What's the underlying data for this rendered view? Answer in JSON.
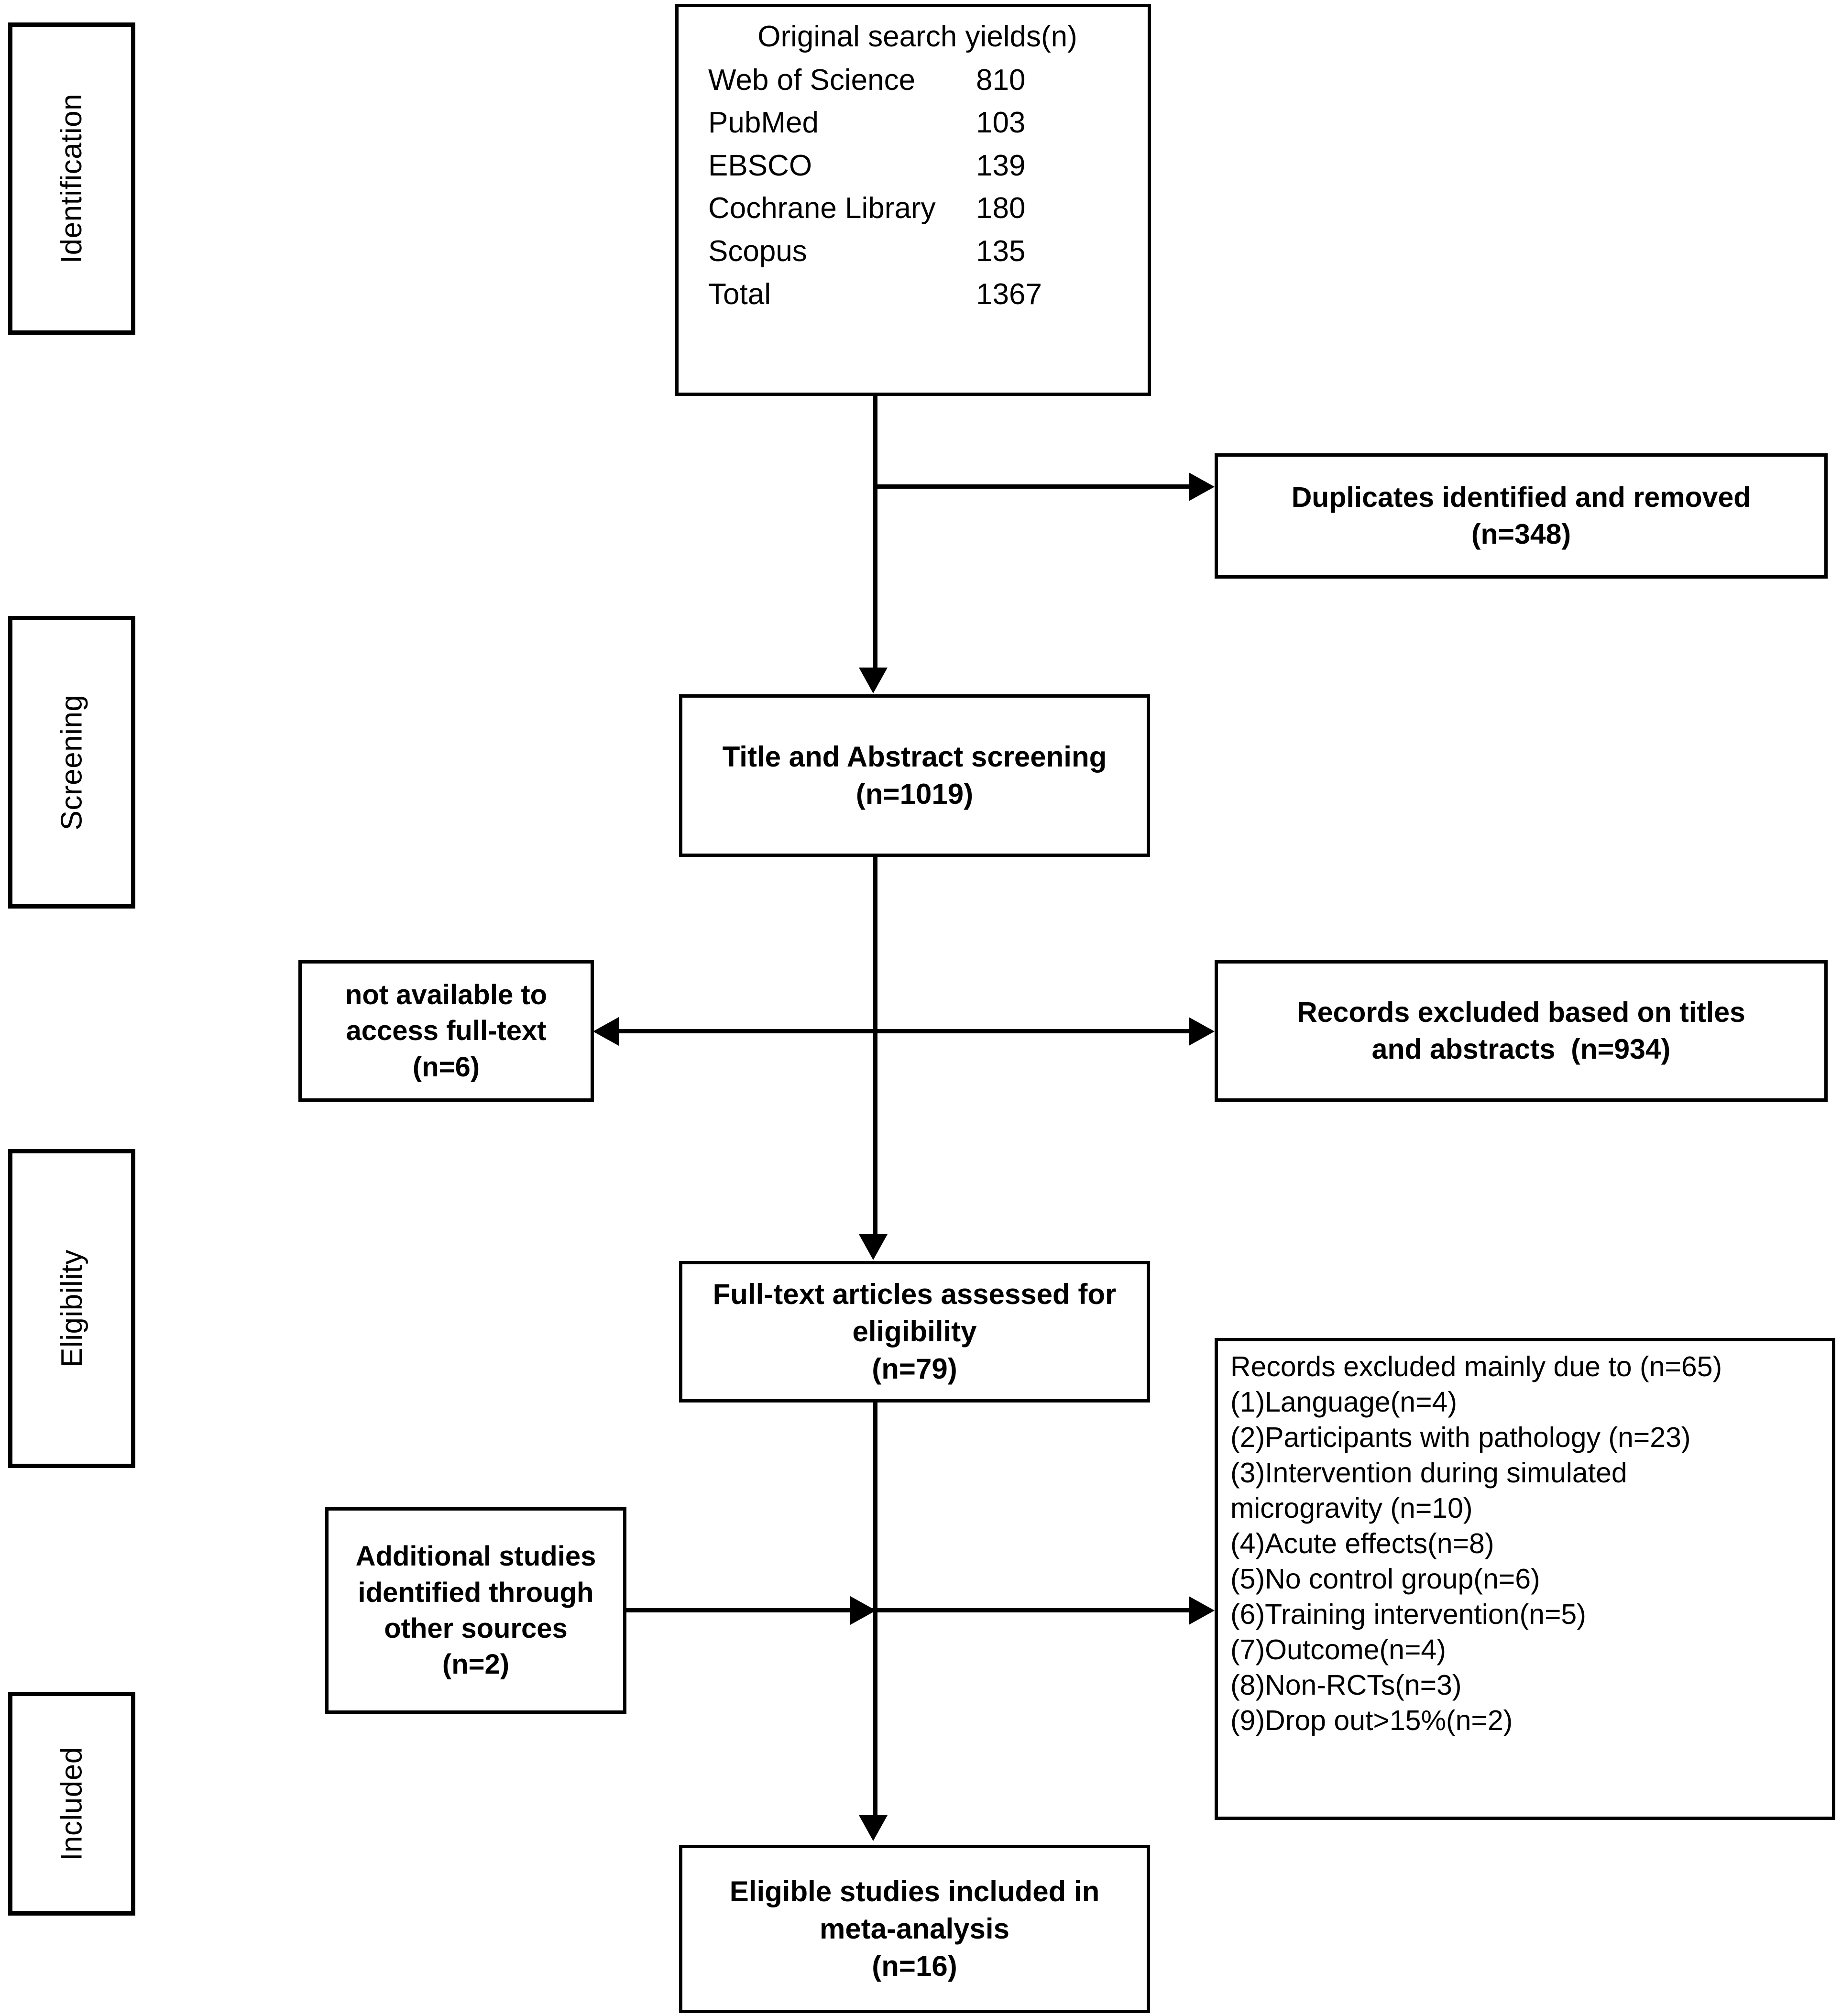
{
  "diagram": {
    "title": "PRISMA study selection flow diagram",
    "type": "prisma-flow",
    "line_color": "#000000",
    "box_fill": "#ffffff"
  },
  "stages": [
    {
      "id": "identification",
      "label": "Identification"
    },
    {
      "id": "screening",
      "label": "Screening"
    },
    {
      "id": "eligibility",
      "label": "Eligibility"
    },
    {
      "id": "included",
      "label": "Included"
    }
  ],
  "search_yields": {
    "title": "Original search yields(n)",
    "rows": [
      {
        "source": "Web of Science",
        "count": "810"
      },
      {
        "source": "PubMed",
        "count": "103"
      },
      {
        "source": "EBSCO",
        "count": "139"
      },
      {
        "source": "Cochrane Library",
        "count": "180"
      },
      {
        "source": "Scopus",
        "count": "135"
      },
      {
        "source": "Total",
        "count": "1367"
      }
    ]
  },
  "duplicates": {
    "line1": "Duplicates identified and removed",
    "line2": "(n=348)"
  },
  "screening_box": {
    "line1": "Title and Abstract screening",
    "line2": "(n=1019)"
  },
  "not_available": {
    "line1": "not available to",
    "line2": "access full-text",
    "line3": "(n=6)"
  },
  "excluded_titles": {
    "line1": "Records excluded based on titles",
    "line2": "and abstracts  (n=934)"
  },
  "full_text": {
    "line1": "Full-text articles assessed for",
    "line2": "eligibility",
    "line3": "(n=79)"
  },
  "additional_studies": {
    "line1": "Additional studies",
    "line2": "identified through",
    "line3": "other sources",
    "line4": "(n=2)"
  },
  "exclusion_reasons": {
    "header": "Records excluded mainly due to (n=65)",
    "items": [
      "(1)Language(n=4)",
      "(2)Participants with pathology (n=23)",
      "(3)Intervention during simulated",
      "microgravity (n=10)",
      "(4)Acute effects(n=8)",
      "(5)No control group(n=6)",
      "(6)Training intervention(n=5)",
      "(7)Outcome(n=4)",
      "(8)Non-RCTs(n=3)",
      "(9)Drop out>15%(n=2)"
    ]
  },
  "final_included": {
    "line1": "Eligible studies included in",
    "line2": "meta-analysis",
    "line3": "(n=16)"
  },
  "chart_data": {
    "type": "diagram",
    "title": "PRISMA flow of study selection",
    "nodes": [
      {
        "id": "search",
        "label": "Original search yields(n) Total 1367",
        "n": 1367
      },
      {
        "id": "duplicates",
        "label": "Duplicates identified and removed",
        "n": 348
      },
      {
        "id": "screening",
        "label": "Title and Abstract screening",
        "n": 1019
      },
      {
        "id": "excluded_titles",
        "label": "Records excluded based on titles and abstracts",
        "n": 934
      },
      {
        "id": "not_available",
        "label": "not available to access full-text",
        "n": 6
      },
      {
        "id": "full_text",
        "label": "Full-text articles assessed for eligibility",
        "n": 79
      },
      {
        "id": "additional",
        "label": "Additional studies identified through other sources",
        "n": 2
      },
      {
        "id": "excluded_reasons",
        "label": "Records excluded mainly due to",
        "n": 65
      },
      {
        "id": "final",
        "label": "Eligible studies included in meta-analysis",
        "n": 16
      }
    ],
    "sources": [
      {
        "name": "Web of Science",
        "value": 810
      },
      {
        "name": "PubMed",
        "value": 103
      },
      {
        "name": "EBSCO",
        "value": 139
      },
      {
        "name": "Cochrane Library",
        "value": 180
      },
      {
        "name": "Scopus",
        "value": 135
      },
      {
        "name": "Total",
        "value": 1367
      }
    ],
    "exclusion_counts": [
      {
        "reason": "Language",
        "value": 4
      },
      {
        "reason": "Participants with pathology",
        "value": 23
      },
      {
        "reason": "Intervention during simulated microgravity",
        "value": 10
      },
      {
        "reason": "Acute effects",
        "value": 8
      },
      {
        "reason": "No control group",
        "value": 6
      },
      {
        "reason": "Training intervention",
        "value": 5
      },
      {
        "reason": "Outcome",
        "value": 4
      },
      {
        "reason": "Non-RCTs",
        "value": 3
      },
      {
        "reason": "Drop out>15%",
        "value": 2
      }
    ]
  }
}
